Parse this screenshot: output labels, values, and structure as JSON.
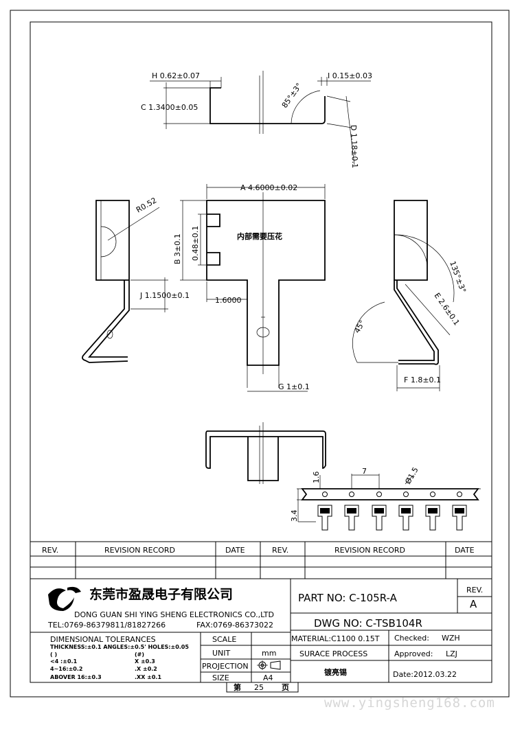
{
  "dimensions": {
    "h": "H 0.62±0.07",
    "c": "C 1.3400±0.05",
    "i": "I 0.15±0.03",
    "d": "D 1.18±0.1",
    "angle85": "85°±3°",
    "a": "A 4.6000±0.02",
    "r": "R0.52",
    "b": "B 3±0.1",
    "w048": "0.48±0.1",
    "j": "J 1.1500±0.1",
    "x16": "1.6000",
    "g": "G 1±0.1",
    "angle135": "135°±3°",
    "e": "E 2.6±0.1",
    "angle45": "45°",
    "f": "F 1.8±0.1",
    "pitch": "7",
    "hole": "Ø1.5",
    "strip_edge": "1.6",
    "strip_width": "3.4"
  },
  "note": "内部需要压花",
  "revision_table": {
    "headers": [
      "REV.",
      "REVISION RECORD",
      "DATE",
      "REV.",
      "REVISION RECORD",
      "DATE"
    ]
  },
  "company": {
    "name_cn": "东莞市盈晟电子有限公司",
    "name_en": "DONG GUAN SHI YING SHENG ELECTRONICS CO.,LTD",
    "tel": "TEL:0769-86379811/81827266",
    "fax": "FAX:0769-86373022"
  },
  "tolerances": {
    "title": "DIMENSIONAL TOLERANCES",
    "general": "THICKNESS:±0.1  ANGLES:±0.5'  HOLES:±0.05",
    "col1_head": "( )",
    "col2_head": "(#)",
    "r1c1": "<4  :±0.1",
    "r1c2": "X  ±0.3",
    "r2c1": "4~16:±0.2",
    "r2c2": ".X  ±0.2",
    "r3c1": "ABOVER 16:±0.3",
    "r3c2": ".XX  ±0.1"
  },
  "spec": {
    "scale_label": "SCALE",
    "scale_value": "",
    "unit_label": "UNIT",
    "unit_value": "mm",
    "projection_label": "PROJECTION",
    "size_label": "SIZE",
    "size_value": "A4"
  },
  "part": {
    "part_no": "PART NO: C-105R-A",
    "rev_label": "REV.",
    "rev_value": "A",
    "dwg_no": "DWG NO: C-TSB104R",
    "material": "MATERIAL:C1100  0.15T",
    "surface_label": "SURACE PROCESS",
    "surface_value": "镀亮锡",
    "checked_label": "Checked:",
    "checked_value": "WZH",
    "approved_label": "Approved:",
    "approved_value": "LZJ",
    "date": "Date:2012.03.22"
  },
  "page": {
    "prefix": "第",
    "number": "25",
    "suffix": "页"
  },
  "watermark": "www.yingsheng168.com"
}
